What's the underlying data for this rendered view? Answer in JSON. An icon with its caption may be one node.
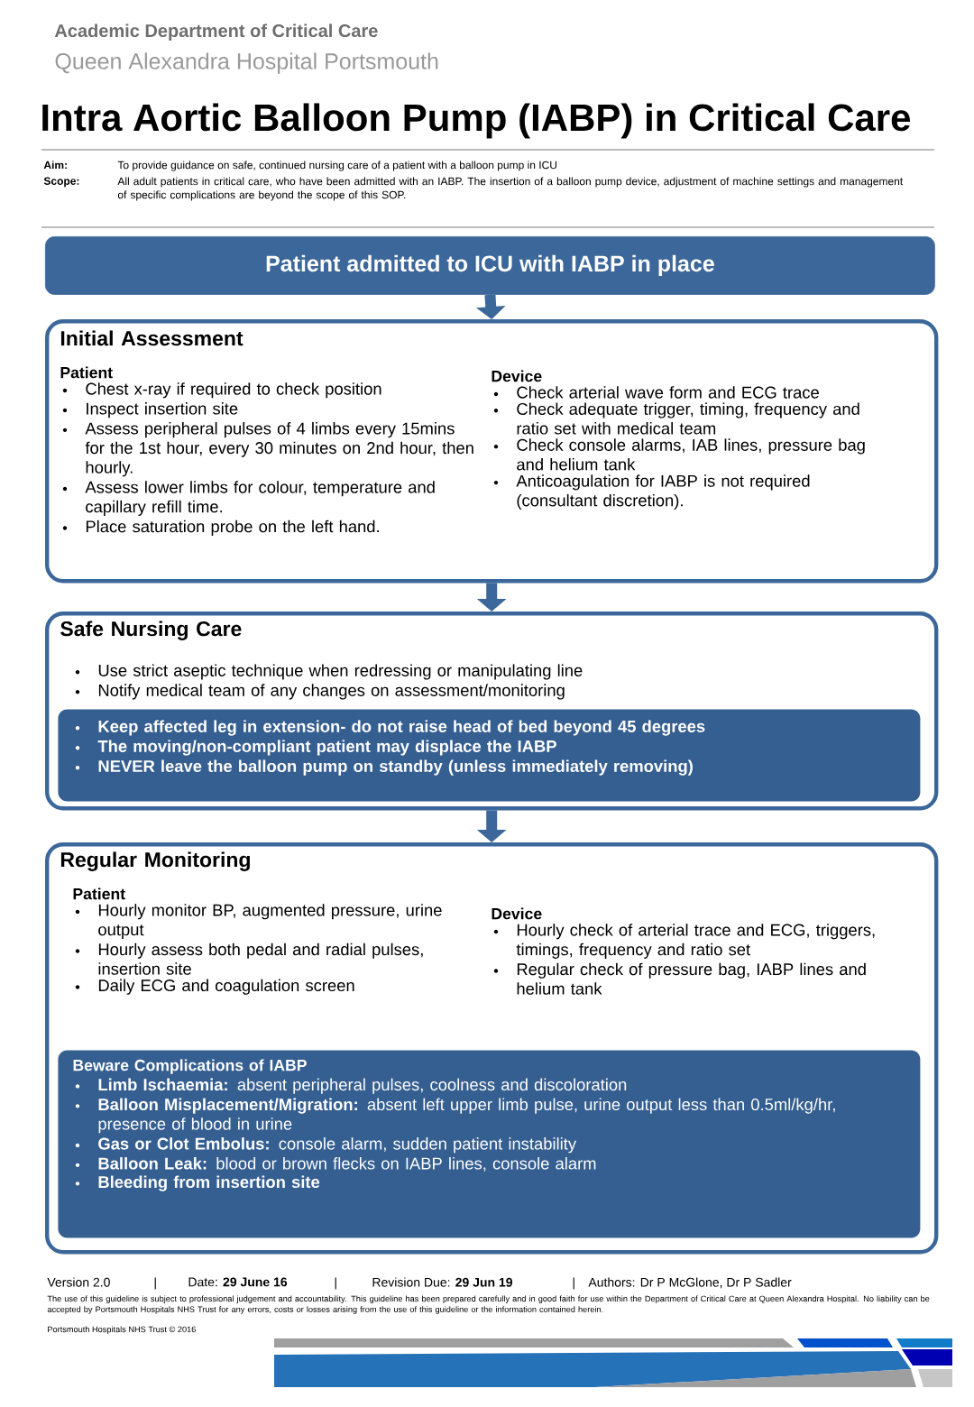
{
  "diagram": {
    "title": "Intra Aortic Balloon Pump (IABP) in Critical Care",
    "nodes": [
      {
        "text": [
          "Patient admitted to ICU with IABP in place"
        ]
      },
      {
        "text": [
          "Initial Assessment",
          "Patient",
          "Chest x-ray if required to check position",
          "Inspect insertion site",
          "Assess peripheral pulses of 4 limbs every 15mins for the 1st hour, every 30 minutes on 2nd hour, then hourly.",
          "Assess lower limbs for colour, temperature and capillary refill time.",
          "Place saturation probe on the left hand.",
          "Device",
          "Check arterial wave form and ECG trace",
          "Check adequate trigger, timing, frequency and ratio set with medical team",
          "Check console alarms, IAB lines, pressure bag and helium tank",
          "Anticoagulation for IABP is not required (consultant discretion)."
        ]
      },
      {
        "text": [
          "Safe Nursing Care",
          "Use strict aseptic technique when redressing or manipulating line",
          "Notify medical team of any changes on assessment/monitoring"
        ]
      },
      {
        "text": [
          "Keep affected leg in extension- do not raise head of bed beyond 45 degrees",
          "The moving/non-compliant patient may displace the IABP",
          "NEVER leave the balloon pump  on standby (unless immediately removing)"
        ],
        "in": 2
      },
      {
        "text": [
          "Regular Monitoring",
          "Patient",
          "Hourly monitor BP, augmented pressure, urine output",
          "Hourly assess both pedal and radial pulses, insertion site",
          "Daily ECG and coagulation screen",
          "Device",
          "Hourly check of arterial trace and ECG, triggers, timings, frequency and ratio set",
          "Regular check of pressure bag, IABP lines and helium tank"
        ]
      },
      {
        "text": [
          "Beware Complications of IABP",
          "**Limb Ischaemia:** absent peripheral pulses, coolness and discoloration",
          "**Balloon Misplacement/Migration:** absent left upper limb pulse, urine output less than 0.5ml/kg/hr, presence of blood in urine",
          "**Gas or Clot Embolus:** console alarm, sudden patient instability",
          "**Balloon Leak:** blood or brown flecks on IABP lines, console alarm",
          "**Bleeding from insertion site**"
        ],
        "in": 4
      }
    ],
    "edges": [
      {
        "from": 0,
        "to": 1,
        "arrow": "to"
      },
      {
        "from": 1,
        "to": 2,
        "arrow": "to"
      },
      {
        "from": 2,
        "to": 4,
        "arrow": "to"
      }
    ],
    "labels": [
      "Academic Department of Critical Care",
      "Queen Alexandra Hospital Portsmouth",
      "Aim:",
      "To provide guidance on safe, continued nursing care of a patient with a balloon pump in ICU",
      "Scope:",
      "All adult patients in critical care, who have been admitted with an IABP. The insertion of a balloon pump device, adjustment of machine settings and management of specific complications are beyond the scope of this SOP.",
      "Version 2.0",
      "|",
      "Date: **29 June 16**",
      "|",
      "Revision Due: **29 Jun 19**",
      "|",
      "Authors: Dr P McGlone, Dr P Sadler",
      "The use of this guideline is subject to professional judgement and accountability.  This guideline has been prepared carefully and in good faith for use within the Department of Critical Care at Queen Alexandra Hospital.  No liability can be accepted by Portsmouth Hospitals NHS Trust for any errors, costs or losses arising from the use of this guideline or the information contained herein.",
      "Portsmouth Hospitals NHS Trust  © 2016"
    ]
  }
}
